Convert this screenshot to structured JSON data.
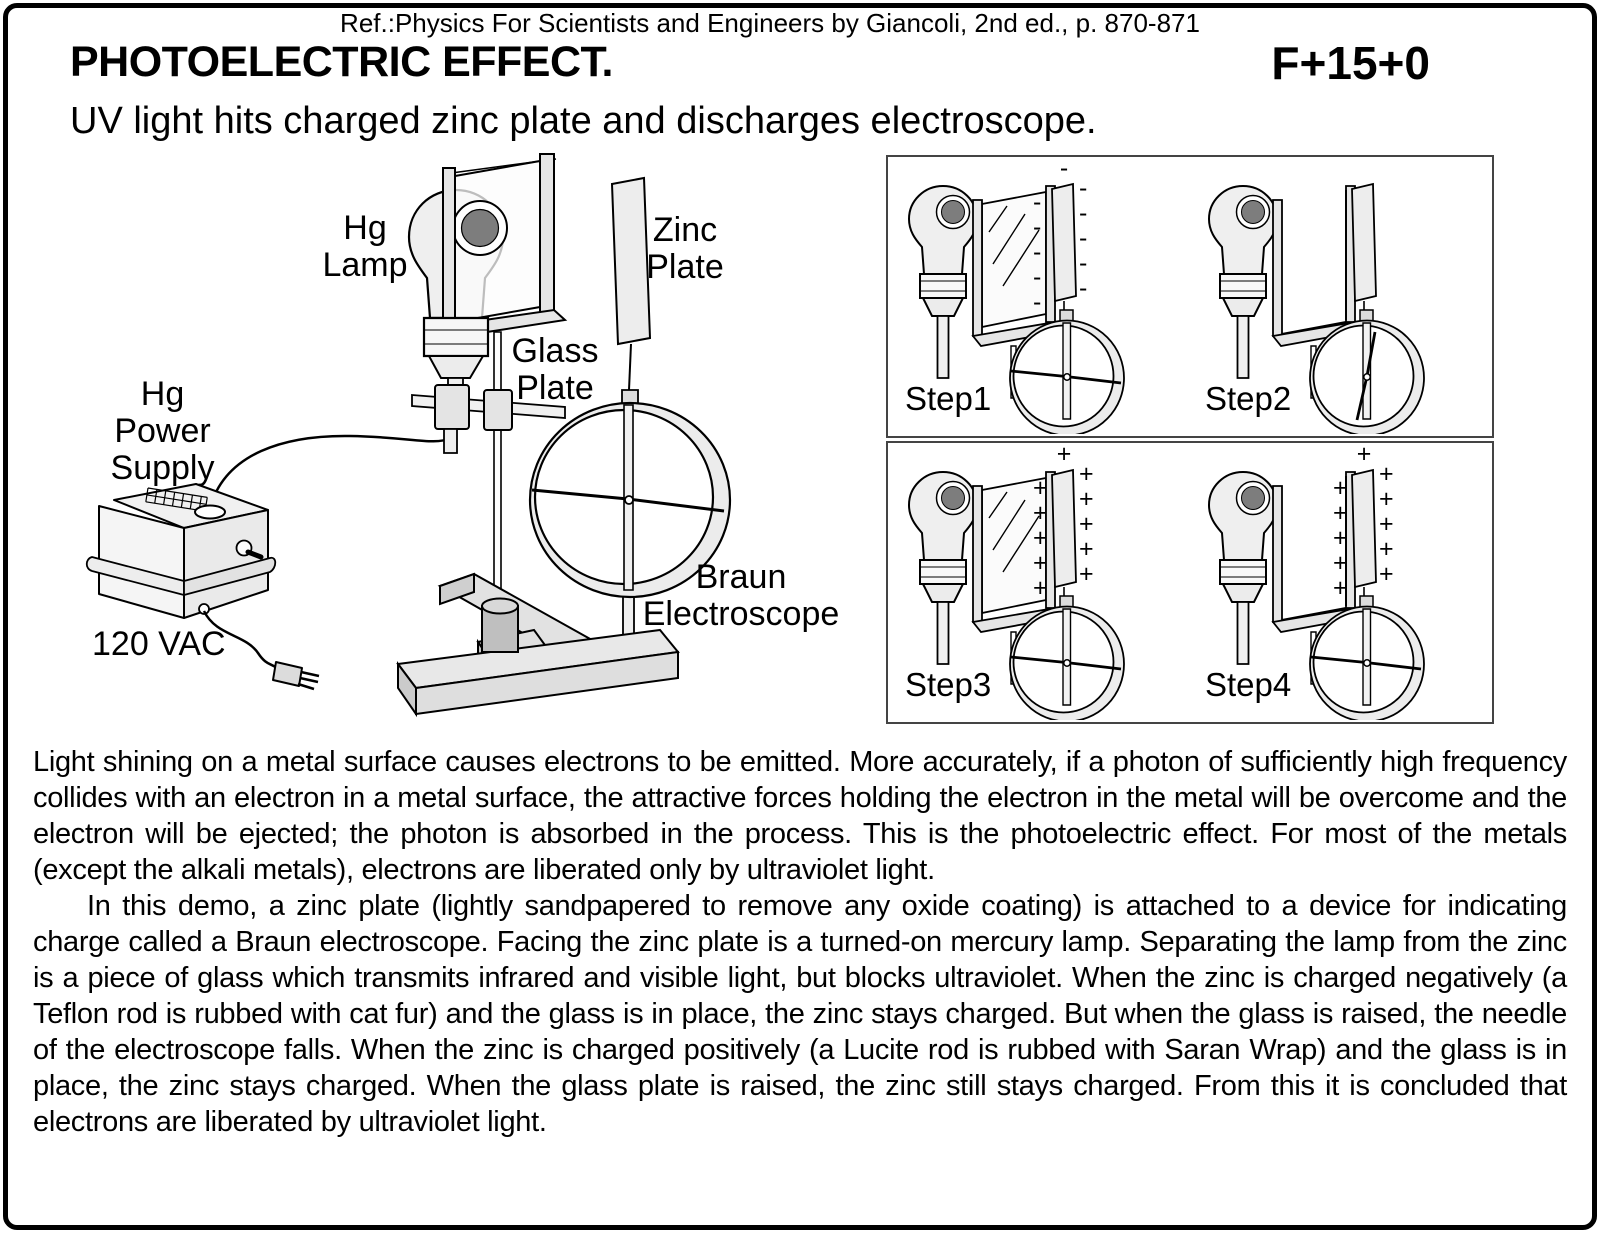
{
  "header": {
    "ref": "Ref.:Physics For Scientists and Engineers by Giancoli, 2nd ed., p. 870-871",
    "title": "PHOTOELECTRIC EFFECT.",
    "code": "F+15+0",
    "subtitle": "UV light hits charged zinc plate and discharges electroscope."
  },
  "colors": {
    "ink": "#000000",
    "paper": "#ffffff",
    "shade_light": "#ececec",
    "shade_dark": "#7d7d7d"
  },
  "diagram": {
    "labels": {
      "hg_lamp": "Hg\nLamp",
      "glass_plate": "Glass\nPlate",
      "zinc_plate": "Zinc\nPlate",
      "hg_power_supply": "Hg\nPower\nSupply",
      "vac": "120 VAC",
      "braun_electroscope": "Braun\nElectroscope"
    }
  },
  "steps": [
    {
      "label": "Step1",
      "charge_top": "-",
      "charges_left": "-\n-\n-\n-\n-",
      "charges_right": "-\n-\n-\n-\n-"
    },
    {
      "label": "Step2",
      "charge_top": "",
      "charges_left": "",
      "charges_right": ""
    },
    {
      "label": "Step3",
      "charge_top": "+",
      "charges_left": "+\n+\n+\n+\n+",
      "charges_right": "+\n+\n+\n+\n+"
    },
    {
      "label": "Step4",
      "charge_top": "+",
      "charges_left": "+\n+\n+\n+\n+",
      "charges_right": "+\n+\n+\n+\n+"
    }
  ],
  "body": {
    "p1": "Light shining on a metal surface causes electrons to be emitted. More accurately, if a photon of sufficiently high frequency collides with an electron in a metal surface, the attractive forces holding the electron in the metal will be overcome and the electron will be ejected; the photon is absorbed in the process. This is the photoelectric effect. For most of the metals (except the alkali metals), electrons are liberated only by ultraviolet light.",
    "p2": "In this demo, a zinc plate (lightly sandpapered to remove any oxide coating) is attached to a device for indicating charge called a Braun electroscope. Facing the zinc plate is a turned-on mercury lamp. Separating the lamp from the zinc is a piece of glass which transmits infrared and visible light, but blocks ultraviolet. When the zinc is charged negatively (a Teflon rod is rubbed with cat fur) and the glass is in place, the zinc stays charged. But when the glass is raised, the needle of the electroscope falls. When the zinc is charged positively (a Lucite rod is rubbed with Saran Wrap) and the glass is in place, the zinc stays charged. When the glass plate is raised, the zinc still stays charged. From this it is concluded that electrons are liberated by ultraviolet light."
  }
}
